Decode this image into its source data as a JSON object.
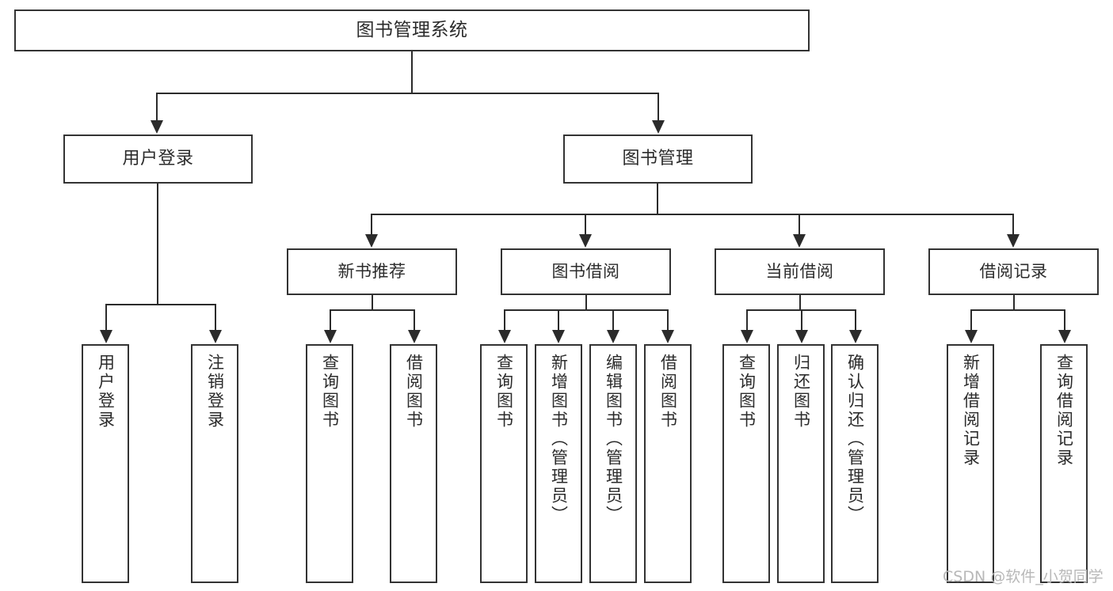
{
  "diagram": {
    "type": "tree",
    "title": "图书管理系统",
    "watermark": "CSDN @软件_小贺同学",
    "colors": {
      "background": "#ffffff",
      "box_fill": "#ffffff",
      "box_border": "#333333",
      "connector": "#2b2b2b",
      "text": "#2b2b2b",
      "watermark": "#b8b8b8"
    },
    "root": {
      "label": "图书管理系统"
    },
    "level1": [
      {
        "label": "用户登录"
      },
      {
        "label": "图书管理"
      }
    ],
    "level2": [
      {
        "label": "新书推荐"
      },
      {
        "label": "图书借阅"
      },
      {
        "label": "当前借阅"
      },
      {
        "label": "借阅记录"
      }
    ],
    "leaves": {
      "user_login": [
        {
          "label": "用户登录"
        },
        {
          "label": "注销登录"
        }
      ],
      "new_book_recommend": [
        {
          "label": "查询图书"
        },
        {
          "label": "借阅图书"
        }
      ],
      "book_borrow": [
        {
          "label": "查询图书"
        },
        {
          "label": "新增图书（管理员）"
        },
        {
          "label": "编辑图书（管理员）"
        },
        {
          "label": "借阅图书"
        }
      ],
      "current_borrow": [
        {
          "label": "查询图书"
        },
        {
          "label": "归还图书"
        },
        {
          "label": "确认归还（管理员）"
        }
      ],
      "borrow_record": [
        {
          "label": "新增借阅记录"
        },
        {
          "label": "查询借阅记录"
        }
      ]
    }
  }
}
